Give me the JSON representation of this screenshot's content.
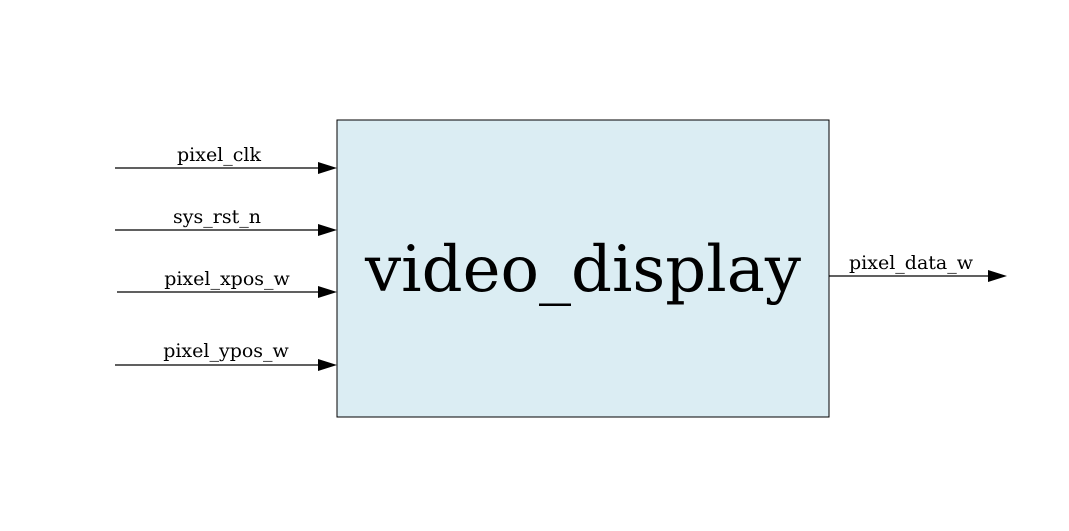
{
  "block": {
    "title": "video_display",
    "fill_color": "#dbedf3",
    "border_color": "#000000"
  },
  "inputs": [
    {
      "label": "pixel_clk"
    },
    {
      "label": "sys_rst_n"
    },
    {
      "label": "pixel_xpos_w"
    },
    {
      "label": "pixel_ypos_w"
    }
  ],
  "outputs": [
    {
      "label": "pixel_data_w"
    }
  ]
}
